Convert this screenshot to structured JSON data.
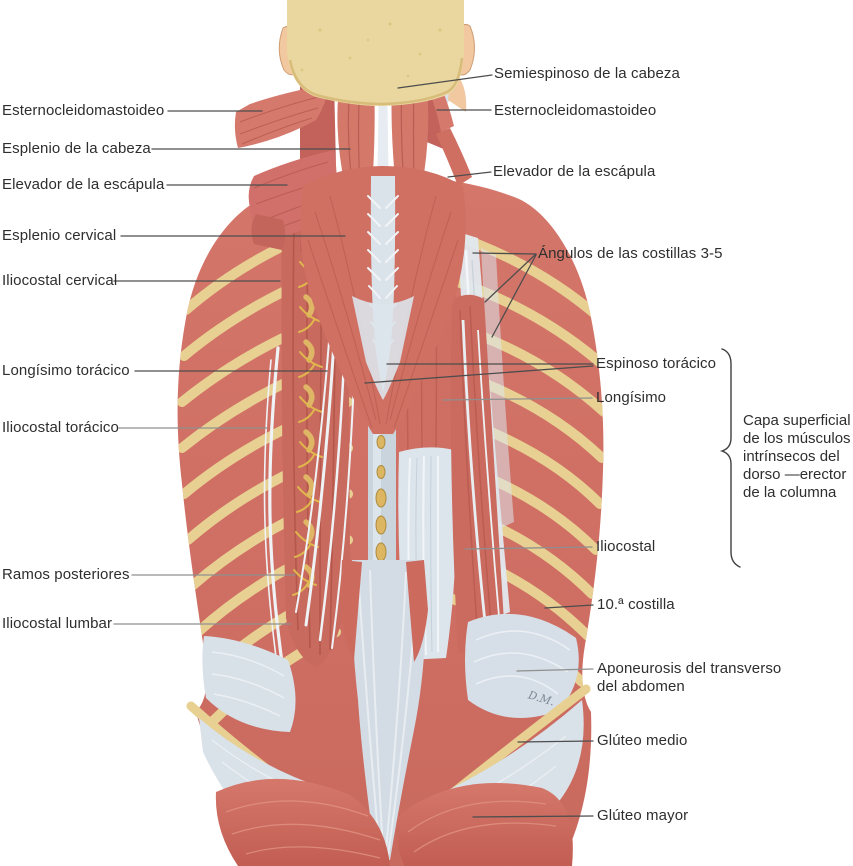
{
  "labels_left": [
    "Esternocleidomastoideo",
    "Esplenio de la cabeza",
    "Elevador de la escápula",
    "Esplenio cervical",
    "Iliocostal cervical",
    "Longísimo torácico",
    "Iliocostal torácico",
    "Ramos posteriores",
    "Iliocostal lumbar"
  ],
  "labels_right": [
    "Semiespinoso de la cabeza",
    "Esternocleidomastoideo",
    "Elevador de la escápula",
    "Ángulos de las costillas 3-5",
    "Espinoso torácico",
    "Longísimo",
    "Iliocostal",
    "10.ª costilla",
    "Aponeurosis del transverso del abdomen",
    "Glúteo medio",
    "Glúteo mayor"
  ],
  "bracket_note_lines": [
    "Capa superficial",
    "de los músculos",
    "intrínsecos del",
    "dorso —erector",
    "de la columna"
  ],
  "signature": "D.M.",
  "colors": {
    "muscle_red": "#cf6e63",
    "muscle_red_dark": "#b5544a",
    "muscle_red_light": "#e59a8b",
    "bone_yellow": "#e8d092",
    "fascia_blue_gray": "#d8e0e8",
    "skull_tan": "#e9d79f",
    "skin_peach": "#f1c8a0",
    "nerve_yellow": "#dfb74d",
    "label_text": "#2e2e2e",
    "leader_dark": "#4d4d4d",
    "leader_gray": "#8f8f8f",
    "background": "#ffffff"
  }
}
